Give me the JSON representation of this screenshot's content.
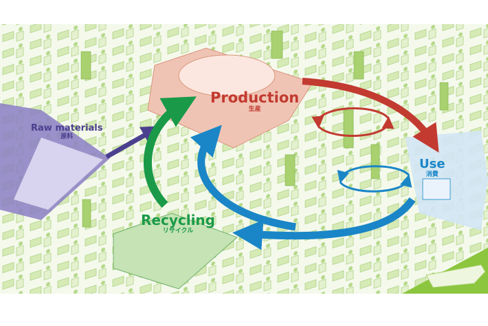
{
  "labels": {
    "raw_materials": {
      "en": "Raw materials",
      "ja": "原料"
    },
    "production": {
      "en": "Production",
      "ja": "生産"
    },
    "use": {
      "en": "Use",
      "ja": "消費"
    },
    "recycling": {
      "en": "Recycling",
      "ja": "リサイクル"
    }
  },
  "colors": {
    "raw_materials": "#4b3f8f",
    "production": "#c23a30",
    "use": "#1a86c7",
    "recycling": "#1a9a48",
    "city": "#b9d98a"
  }
}
